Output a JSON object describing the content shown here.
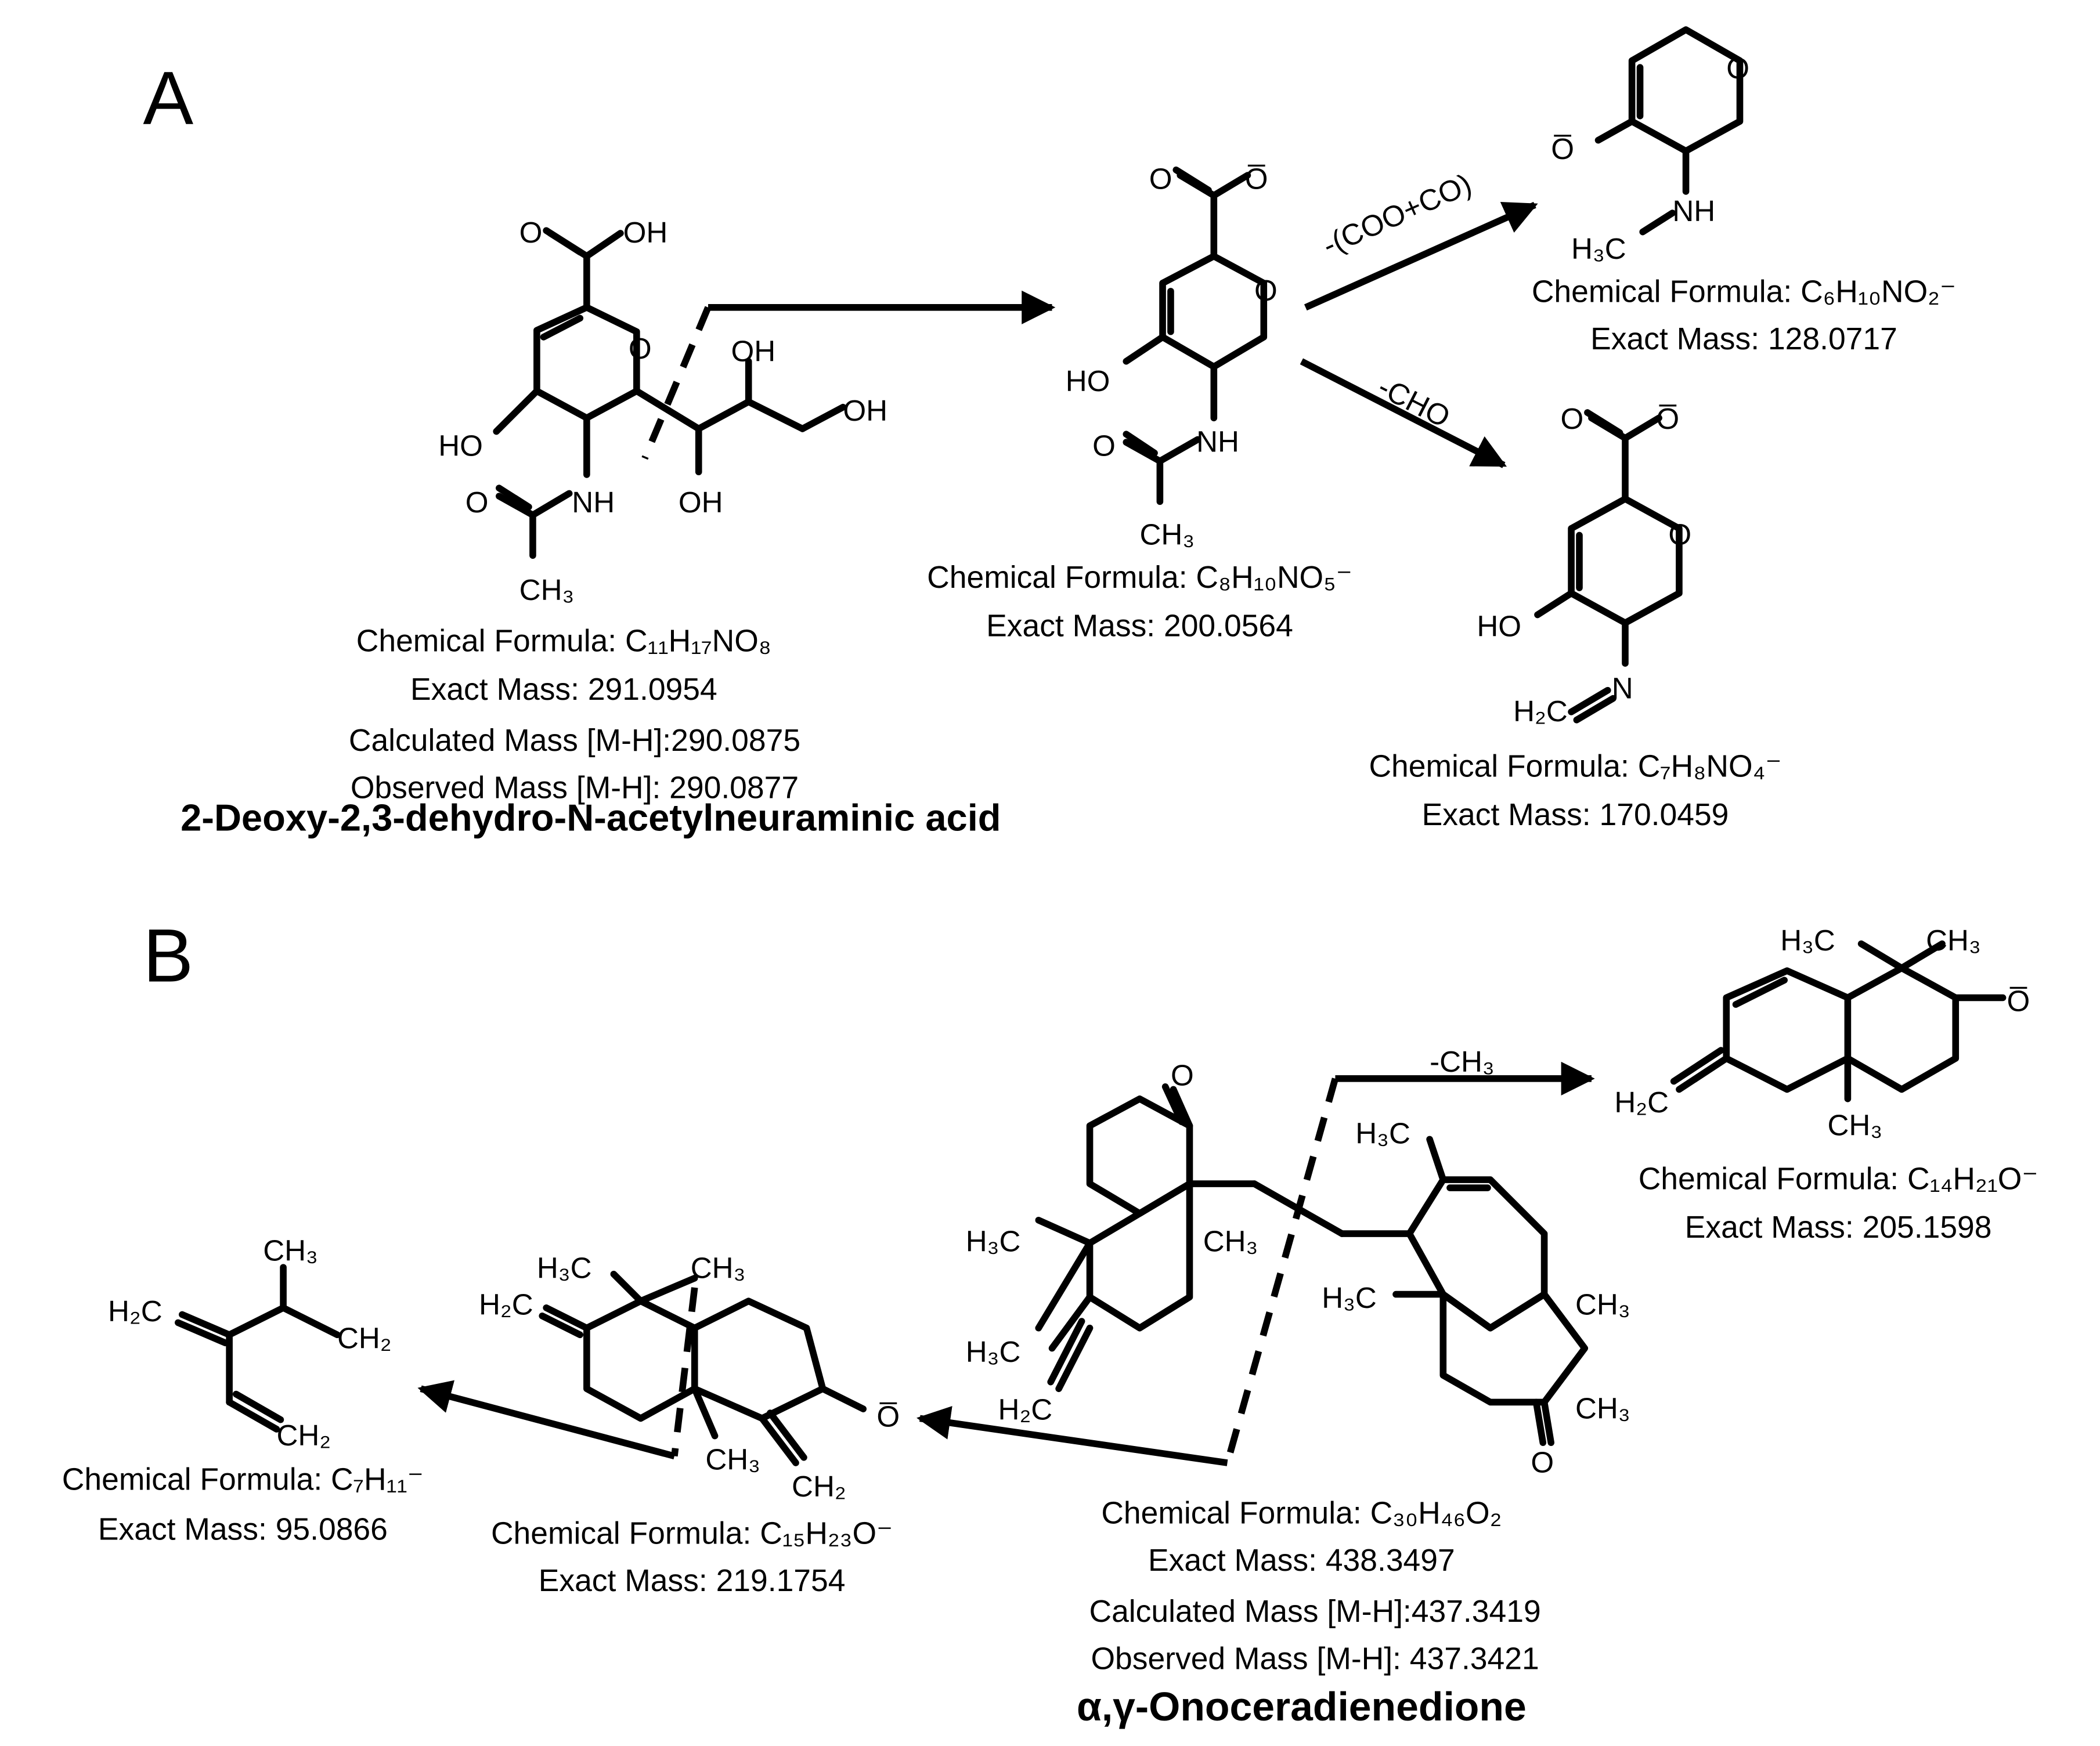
{
  "panels": {
    "a": "A",
    "b": "B"
  },
  "atoms": {
    "o": "O",
    "oh": "OH",
    "ho": "HO",
    "nh": "NH",
    "n": "N",
    "ch3": "CH₃",
    "h3c": "H₃C",
    "h2c": "H₂C",
    "ch2": "CH₂",
    "o_minus": "O̅"
  },
  "arrow_labels": {
    "coo_co": "-(COO+CO)",
    "cho": "-CHO",
    "ch3": "-CH₃"
  },
  "captions": {
    "a_parent": {
      "formula": "Chemical Formula: C₁₁H₁₇NO₈",
      "mass": "Exact Mass: 291.0954",
      "calc": "Calculated Mass [M-H]:290.0875",
      "obs": "Observed Mass [M-H]: 290.0877",
      "name": "2-Deoxy-2,3-dehydro-N-acetylneuraminic acid"
    },
    "a_frag1": {
      "formula": "Chemical Formula: C₈H₁₀NO₅⁻",
      "mass": "Exact Mass: 200.0564"
    },
    "a_frag2": {
      "formula": "Chemical Formula: C₆H₁₀NO₂⁻",
      "mass": "Exact Mass: 128.0717"
    },
    "a_frag3": {
      "formula": "Chemical Formula: C₇H₈NO₄⁻",
      "mass": "Exact Mass: 170.0459"
    },
    "b_parent": {
      "formula": "Chemical Formula: C₃₀H₄₆O₂",
      "mass": "Exact Mass: 438.3497",
      "calc": "Calculated Mass [M-H]:437.3419",
      "obs": "Observed Mass [M-H]: 437.3421",
      "name": "α,γ-Onoceradienedione"
    },
    "b_frag1": {
      "formula": "Chemical Formula: C₁₄H₂₁O⁻",
      "mass": "Exact Mass: 205.1598"
    },
    "b_frag2": {
      "formula": "Chemical Formula: C₁₅H₂₃O⁻",
      "mass": "Exact Mass: 219.1754"
    },
    "b_frag3": {
      "formula": "Chemical Formula: C₇H₁₁⁻",
      "mass": "Exact Mass: 95.0866"
    }
  }
}
